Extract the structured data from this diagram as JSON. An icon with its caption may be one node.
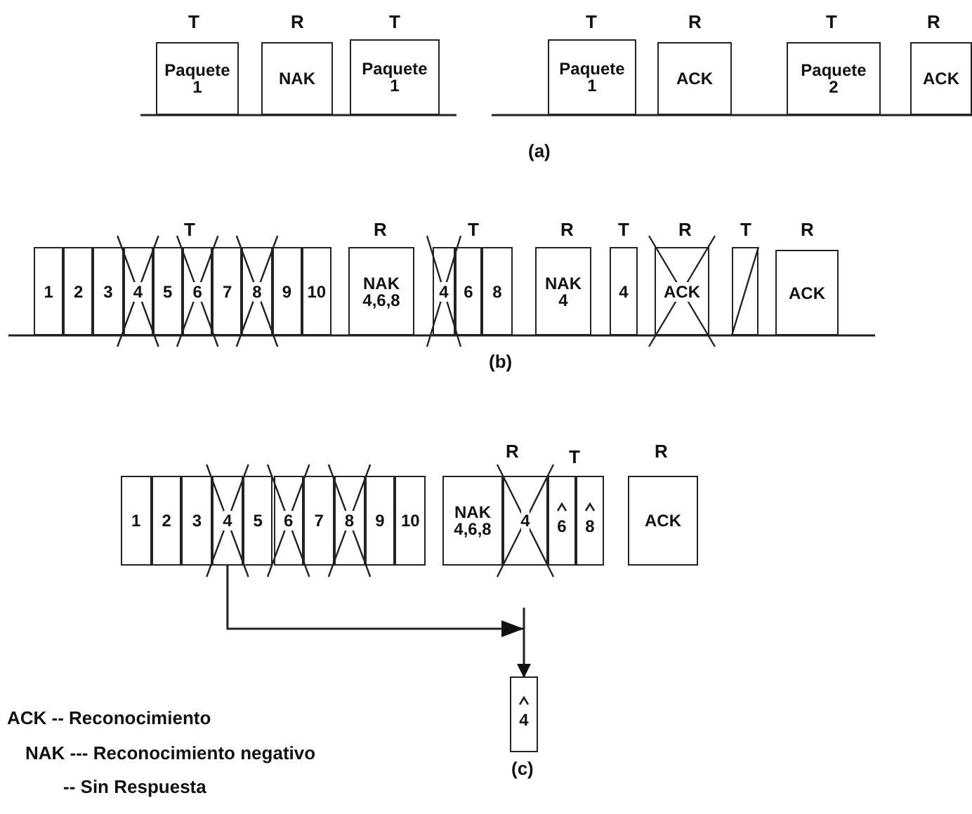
{
  "diagram": {
    "nodes": [
      {
        "text": [
          "Paquete 1"
        ]
      },
      {
        "text": [
          "NAK"
        ]
      },
      {
        "text": [
          "Paquete 1"
        ]
      },
      {
        "text": [
          "Paquete 1"
        ]
      },
      {
        "text": [
          "ACK"
        ]
      },
      {
        "text": [
          "Paquete 2"
        ]
      },
      {
        "text": [
          "ACK"
        ]
      },
      {
        "text": [
          "1"
        ]
      },
      {
        "text": [
          "2"
        ]
      },
      {
        "text": [
          "3"
        ]
      },
      {
        "text": [
          "4"
        ]
      },
      {
        "text": [
          "5"
        ]
      },
      {
        "text": [
          "6"
        ]
      },
      {
        "text": [
          "7"
        ]
      },
      {
        "text": [
          "8"
        ]
      },
      {
        "text": [
          "9"
        ]
      },
      {
        "text": [
          "10"
        ]
      },
      {
        "text": [
          "NAK 4,6,8"
        ]
      },
      {
        "text": [
          "4"
        ]
      },
      {
        "text": [
          "6"
        ]
      },
      {
        "text": [
          "8"
        ]
      },
      {
        "text": [
          "NAK 4"
        ]
      },
      {
        "text": [
          "4"
        ]
      },
      {
        "text": [
          "ACK"
        ]
      },
      {
        "text": [],
        "shape": "box"
      },
      {
        "text": [
          "ACK"
        ]
      },
      {
        "text": [
          "1"
        ]
      },
      {
        "text": [
          "2"
        ]
      },
      {
        "text": [
          "3"
        ]
      },
      {
        "text": [
          "4"
        ]
      },
      {
        "text": [
          "5"
        ]
      },
      {
        "text": [
          "6"
        ]
      },
      {
        "text": [
          "7"
        ]
      },
      {
        "text": [
          "8"
        ]
      },
      {
        "text": [
          "9"
        ]
      },
      {
        "text": [
          "10"
        ]
      },
      {
        "text": [
          "NAK 4,6,8"
        ]
      },
      {
        "text": [
          "4"
        ]
      },
      {
        "text": [
          "6"
        ]
      },
      {
        "text": [
          "8"
        ]
      },
      {
        "text": [
          "ACK"
        ]
      },
      {
        "text": [
          "4"
        ]
      }
    ],
    "edges": [
      {
        "from": 29,
        "to": 41,
        "arrow": "to"
      }
    ],
    "labels": [
      "T",
      "R",
      "T",
      "T",
      "R",
      "T",
      "R",
      "(a)",
      "T",
      "R",
      "T",
      "R",
      "T",
      "R",
      "T",
      "R",
      "(b)",
      "R",
      "T",
      "R",
      "(c)",
      "ACK -- Reconocimiento",
      "NAK --- Reconocimiento negativo",
      "-- Sin Respuesta"
    ]
  }
}
